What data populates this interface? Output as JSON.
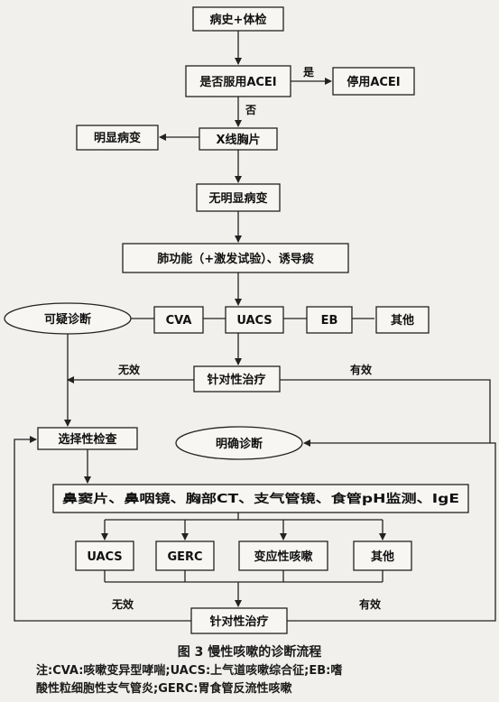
{
  "nodes": {
    "history": "病史+体检",
    "acei_q": "是否服用ACEI",
    "stop_acei": "停用ACEI",
    "xray": "X线胸片",
    "obvious": "明显病变",
    "no_obvious": "无明显病变",
    "lung_func": "肺功能（+激发试验）、诱导痰",
    "suspected": "可疑诊断",
    "cva": "CVA",
    "uacs1": "UACS",
    "eb": "EB",
    "other1": "其他",
    "treat1": "针对性治疗",
    "select_exam": "选择性检查",
    "confirmed": "明确诊断",
    "exams": "鼻窦片、鼻咽镜、胸部CT、支气管镜、食管pH监测、IgE",
    "uacs2": "UACS",
    "gerc": "GERC",
    "variant": "变应性咳嗽",
    "other2": "其他",
    "treat2": "针对性治疗"
  },
  "edges": {
    "yes": "是",
    "no": "否",
    "ineffective1": "无效",
    "effective1": "有效",
    "ineffective2": "无效",
    "effective2": "有效"
  },
  "caption": "图 3   慢性咳嗽的诊断流程",
  "note_line1": "注:CVA:咳嗽变异型哮喘;UACS:上气道咳嗽综合征;EB:嗜",
  "note_line2": "酸性粒细胞性支气管炎;GERC:胃食管反流性咳嗽"
}
